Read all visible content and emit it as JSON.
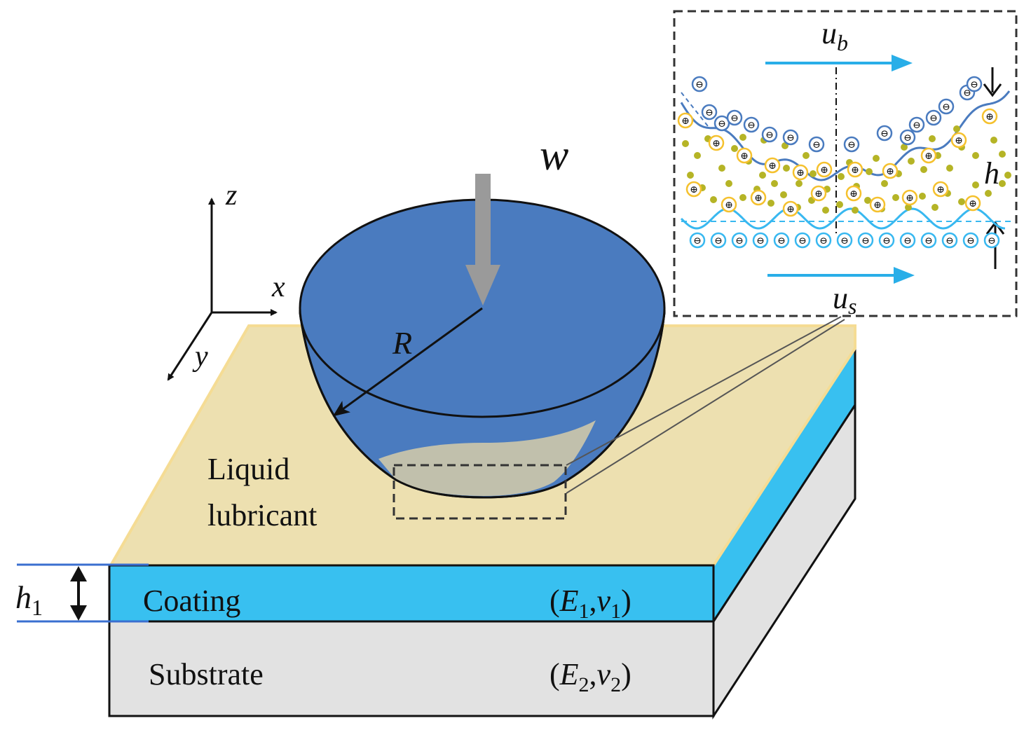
{
  "load": {
    "symbol": "w"
  },
  "axes": {
    "z": "z",
    "x": "x",
    "y": "y"
  },
  "ball": {
    "radius_label": "R"
  },
  "layers": {
    "lubricant_line1": "Liquid",
    "lubricant_line2": "lubricant",
    "coating_label": "Coating",
    "coating_props": {
      "E": "E",
      "E_sub": "1",
      "v": "v",
      "v_sub": "1"
    },
    "substrate_label": "Substrate",
    "substrate_props": {
      "E": "E",
      "E_sub": "2",
      "v": "v",
      "v_sub": "2"
    },
    "thickness": {
      "symbol": "h",
      "sub": "1"
    }
  },
  "inset": {
    "top_velocity": {
      "symbol": "u",
      "sub": "b"
    },
    "bottom_velocity": {
      "symbol": "u",
      "sub": "s"
    },
    "film_thickness": "h",
    "negative_symbol": "⊖",
    "positive_symbol": "⊕"
  },
  "colors": {
    "ball": "#4a7bbf",
    "coating": "#38c0f0",
    "lubricant": "#ede0b0",
    "substrate": "#dcdcdc",
    "arrow": "#9a9a9a",
    "negative_top": "#4a7bbf",
    "negative_bottom": "#38b8f0",
    "positive": "#f5c12e",
    "dots": "#b5b426"
  }
}
